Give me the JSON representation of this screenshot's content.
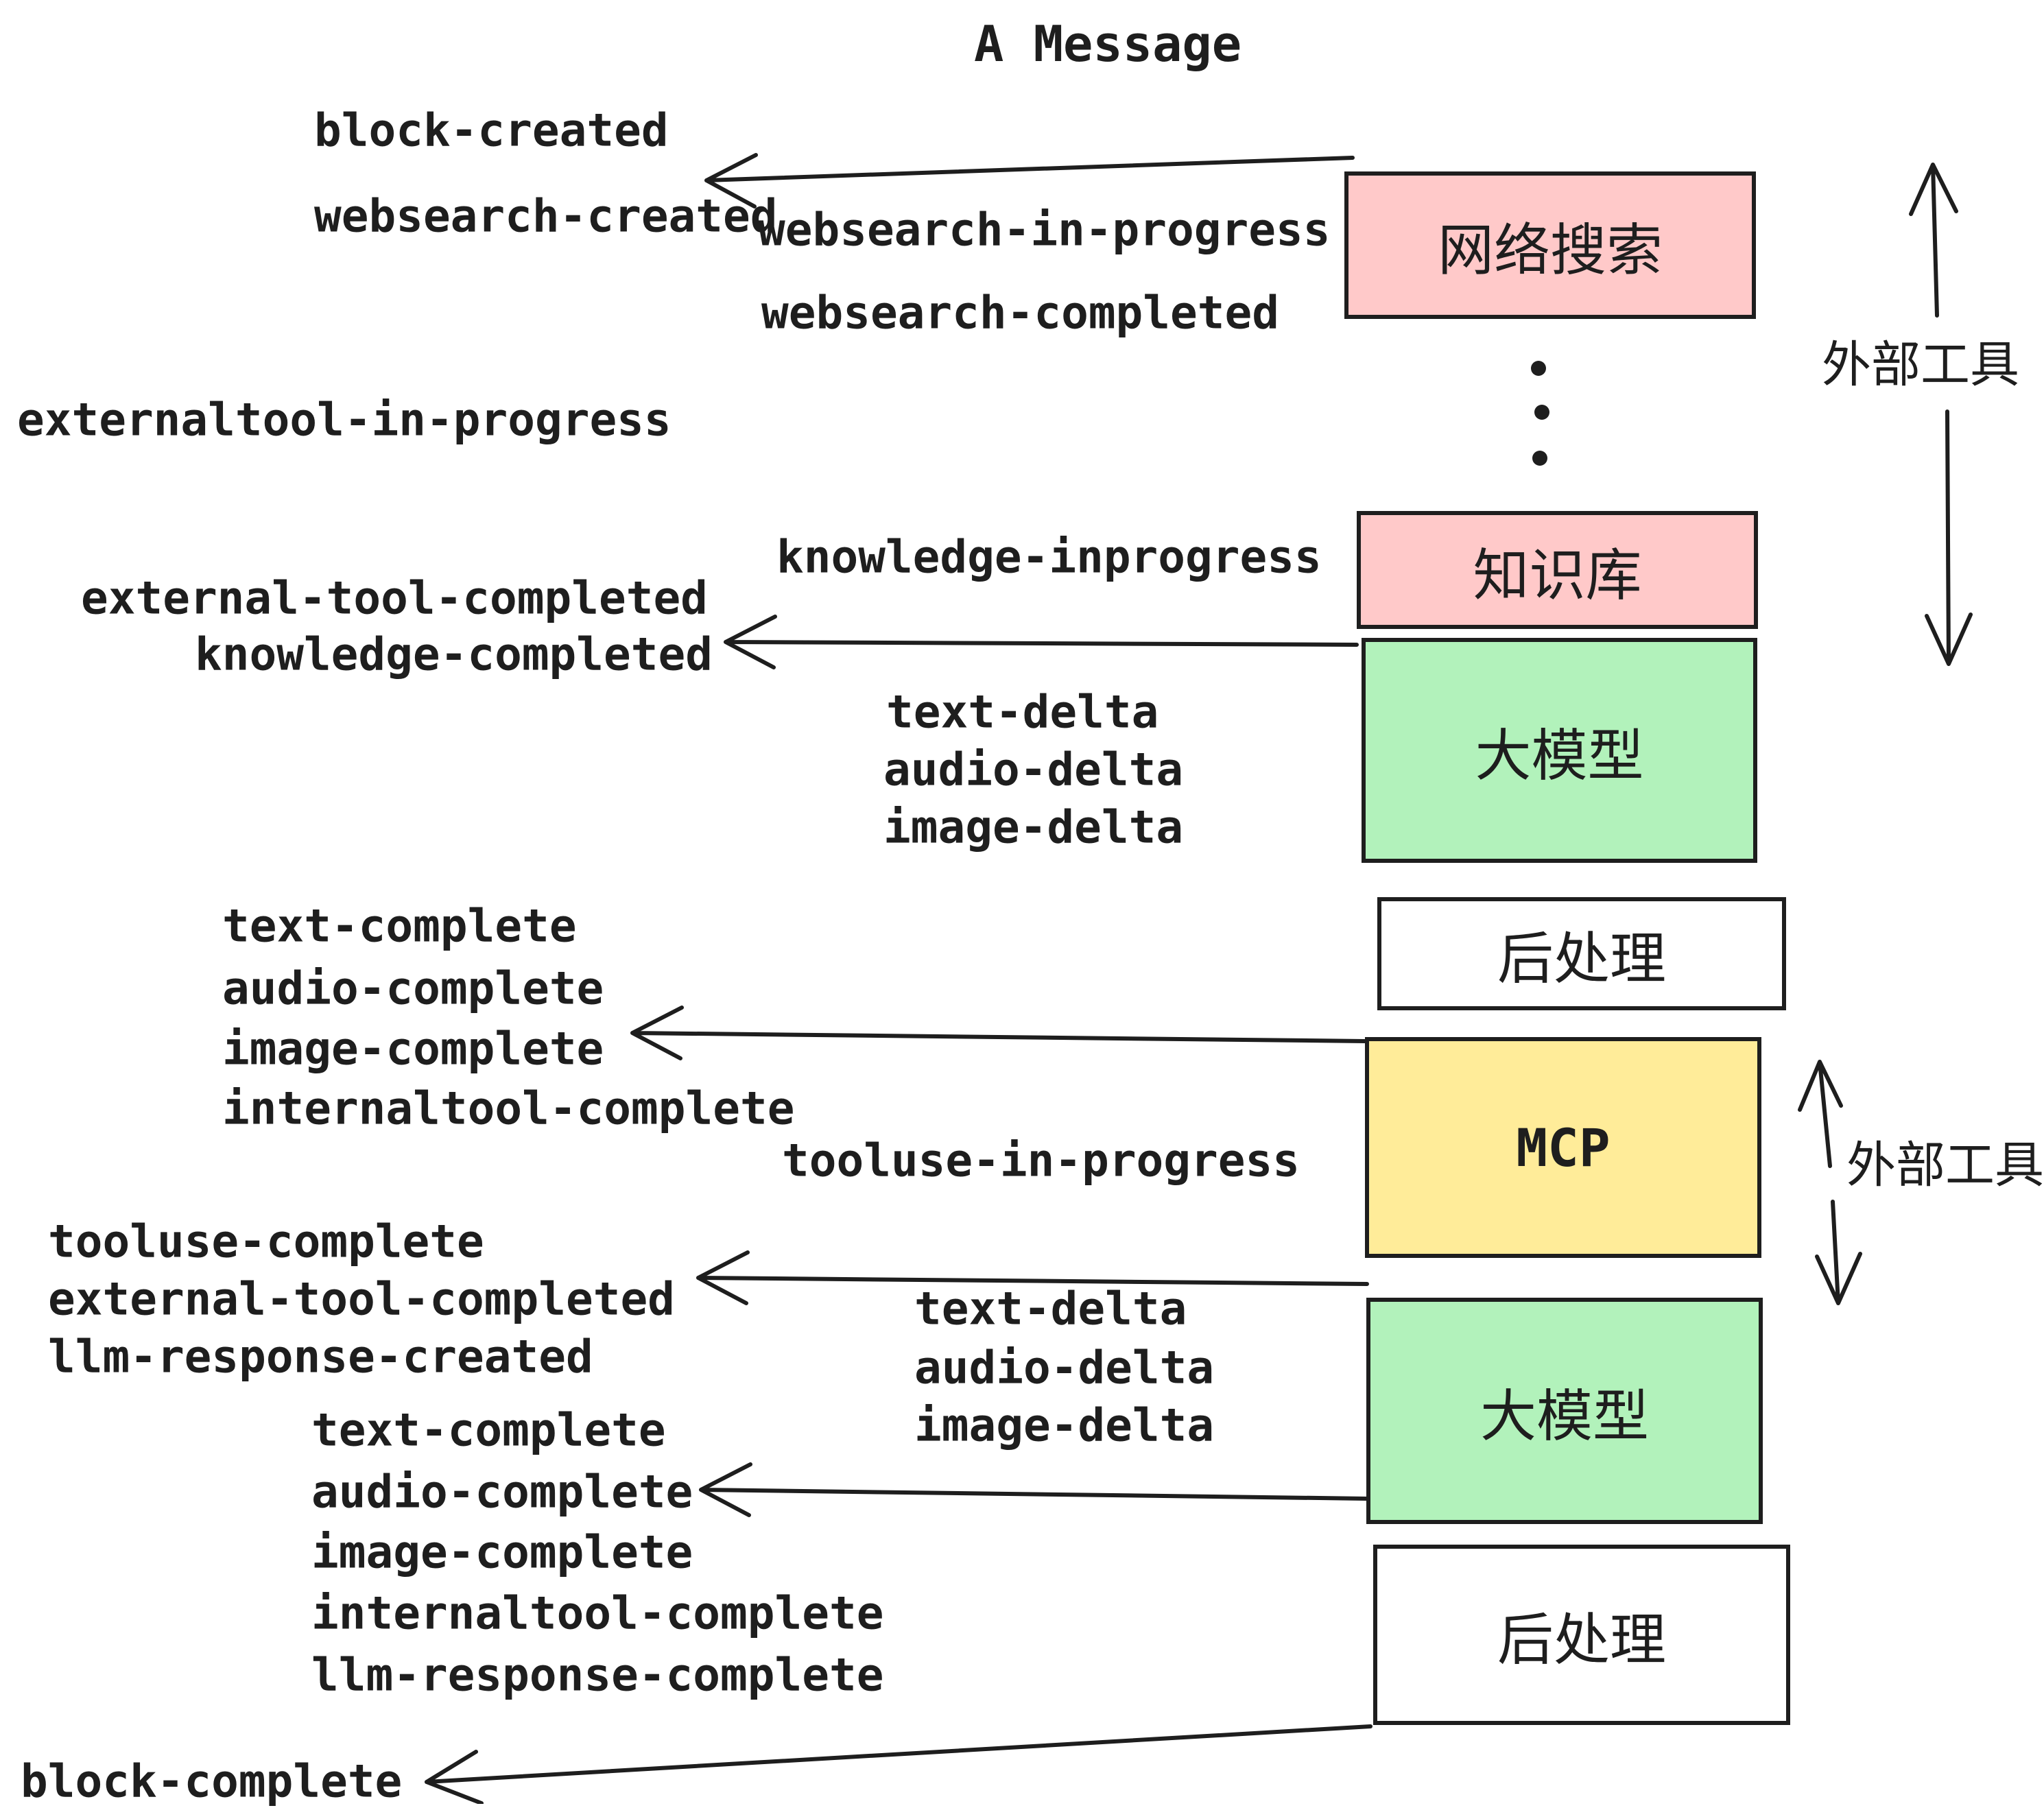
{
  "title": "A Message",
  "colors": {
    "pink": "#ffc9c9",
    "green": "#b2f2bb",
    "yellow": "#ffec99",
    "white": "#ffffff",
    "stroke": "#1e1e1e"
  },
  "nodes": [
    {
      "id": "websearch",
      "label": "网络搜索",
      "fill": "#ffc9c9"
    },
    {
      "id": "knowledge-base",
      "label": "知识库",
      "fill": "#ffc9c9"
    },
    {
      "id": "llm-1",
      "label": "大模型",
      "fill": "#b2f2bb"
    },
    {
      "id": "postprocess-1",
      "label": "后处理",
      "fill": "#ffffff"
    },
    {
      "id": "mcp",
      "label": "MCP",
      "fill": "#ffec99"
    },
    {
      "id": "llm-2",
      "label": "大模型",
      "fill": "#b2f2bb"
    },
    {
      "id": "postprocess-2",
      "label": "后处理",
      "fill": "#ffffff"
    }
  ],
  "side_labels": [
    {
      "text": "外部工具"
    },
    {
      "text": "外部工具"
    }
  ],
  "events": [
    {
      "text": "block-created"
    },
    {
      "text": "websearch-created"
    },
    {
      "text": "websearch-in-progress"
    },
    {
      "text": "websearch-completed"
    },
    {
      "text": "externaltool-in-progress"
    },
    {
      "text": "knowledge-inprogress"
    },
    {
      "text": "external-tool-completed"
    },
    {
      "text": "knowledge-completed"
    },
    {
      "text": "text-delta"
    },
    {
      "text": "audio-delta"
    },
    {
      "text": "image-delta"
    },
    {
      "text": "text-complete"
    },
    {
      "text": "audio-complete"
    },
    {
      "text": "image-complete"
    },
    {
      "text": "internaltool-complete"
    },
    {
      "text": "tooluse-in-progress"
    },
    {
      "text": "tooluse-complete"
    },
    {
      "text": "external-tool-completed"
    },
    {
      "text": "llm-response-created"
    },
    {
      "text": "text-complete"
    },
    {
      "text": "audio-complete"
    },
    {
      "text": "image-complete"
    },
    {
      "text": "internaltool-complete"
    },
    {
      "text": "llm-response-complete"
    },
    {
      "text": "block-complete"
    }
  ]
}
